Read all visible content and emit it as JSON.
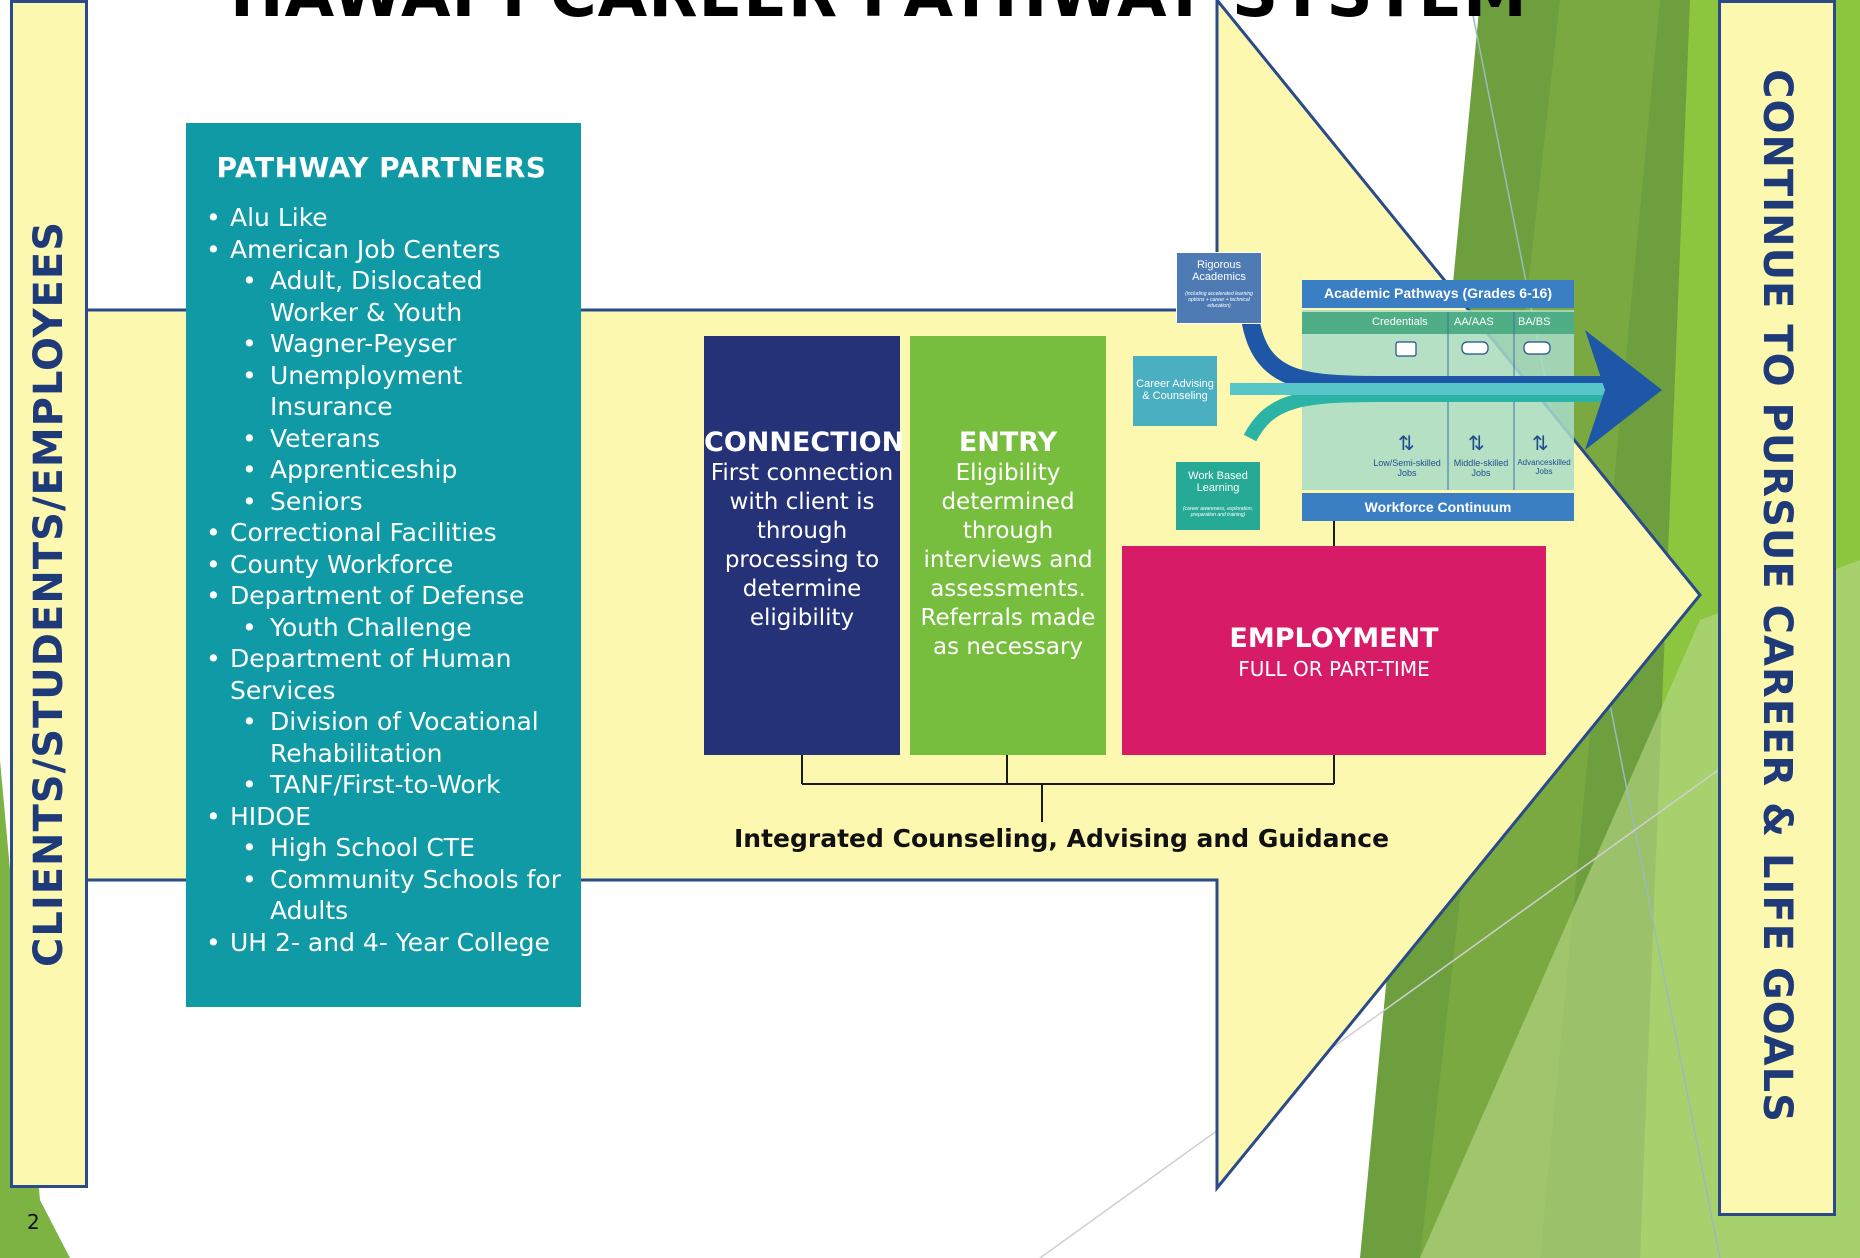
{
  "title": "HAWAI’I CAREER PATHWAY SYSTEM",
  "page_number": "2",
  "left_bar": "CLIENTS/STUDENTS/EMPLOYEES",
  "right_bar": "CONTINUE TO PURSUE CAREER & LIFE GOALS",
  "partners": {
    "heading": "PATHWAY PARTNERS",
    "items": [
      {
        "text": "Alu Like",
        "level": 0
      },
      {
        "text": "American Job Centers",
        "level": 0
      },
      {
        "text": "Adult, Dislocated Worker & Youth",
        "level": 1
      },
      {
        "text": "Wagner-Peyser",
        "level": 1
      },
      {
        "text": "Unemployment Insurance",
        "level": 1
      },
      {
        "text": "Veterans",
        "level": 1
      },
      {
        "text": "Apprenticeship",
        "level": 1
      },
      {
        "text": "Seniors",
        "level": 1
      },
      {
        "text": "Correctional Facilities",
        "level": 0
      },
      {
        "text": "County Workforce",
        "level": 0
      },
      {
        "text": "Department of Defense",
        "level": 0
      },
      {
        "text": "Youth Challenge",
        "level": 1
      },
      {
        "text": "Department of Human Services",
        "level": 0
      },
      {
        "text": "Division of Vocational Rehabilitation",
        "level": 1
      },
      {
        "text": "TANF/First-to-Work",
        "level": 1
      },
      {
        "text": "HIDOE",
        "level": 0
      },
      {
        "text": "High School CTE",
        "level": 1
      },
      {
        "text": "Community Schools for Adults",
        "level": 1
      },
      {
        "text": "UH 2- and 4- Year College",
        "level": 0
      }
    ]
  },
  "stages": {
    "connection": {
      "title": "CONNECTION",
      "body": "First connection with client is through processing to determine eligibility"
    },
    "entry": {
      "title": "ENTRY",
      "body": "Eligibility determined through interviews and assessments. Referrals made as necessary"
    },
    "employment": {
      "title": "EMPLOYMENT",
      "body": "FULL OR PART-TIME"
    }
  },
  "counseling_label": "Integrated Counseling, Advising and Guidance",
  "inset": {
    "academic_header": "Academic Pathways (Grades 6-16)",
    "credentials": "Credentials",
    "aa": "AA/AAS",
    "ba": "BA/BS",
    "rigorous_title": "Rigorous Academics",
    "rigorous_sub": "(including accelerated learning options + career + technical education)",
    "career_advising": "Career Advising & Counseling",
    "work_based_title": "Work Based Learning",
    "work_based_sub": "(career awareness, exploration, preparation and training)",
    "low_jobs": "Low/Semi-skilled Jobs",
    "middle_jobs": "Middle-skilled Jobs",
    "advanced_jobs": "Advanceskilled Jobs",
    "workforce": "Workforce Continuum"
  },
  "colors": {
    "arrow_fill": "#fdf8b0",
    "arrow_border": "#2a4a8a",
    "partners": "#0f9aa6",
    "connection": "#263278",
    "entry": "#78be3e",
    "employment": "#d81b67",
    "accent_green": "#7cb342"
  }
}
